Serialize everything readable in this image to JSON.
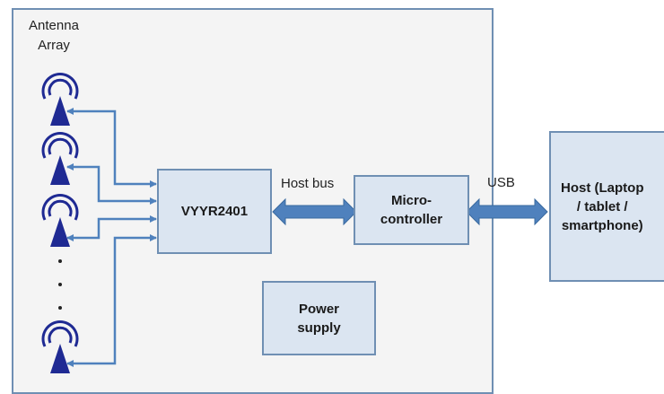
{
  "antenna_array_label_line1": "Antenna",
  "antenna_array_label_line2": "Array",
  "chip_label": "VYYR2401",
  "host_bus_label": "Host bus",
  "microcontroller_line1": "Micro-",
  "microcontroller_line2": "controller",
  "usb_label": "USB",
  "host_line1": "Host (Laptop",
  "host_line2": "/ tablet /",
  "host_line3": "smartphone)",
  "power_line1": "Power",
  "power_line2": "supply",
  "colors": {
    "line_blue": "#4f81bd",
    "antenna_navy": "#1f2a93",
    "block_fill": "#dbe5f1",
    "border": "#6f8fb3"
  }
}
